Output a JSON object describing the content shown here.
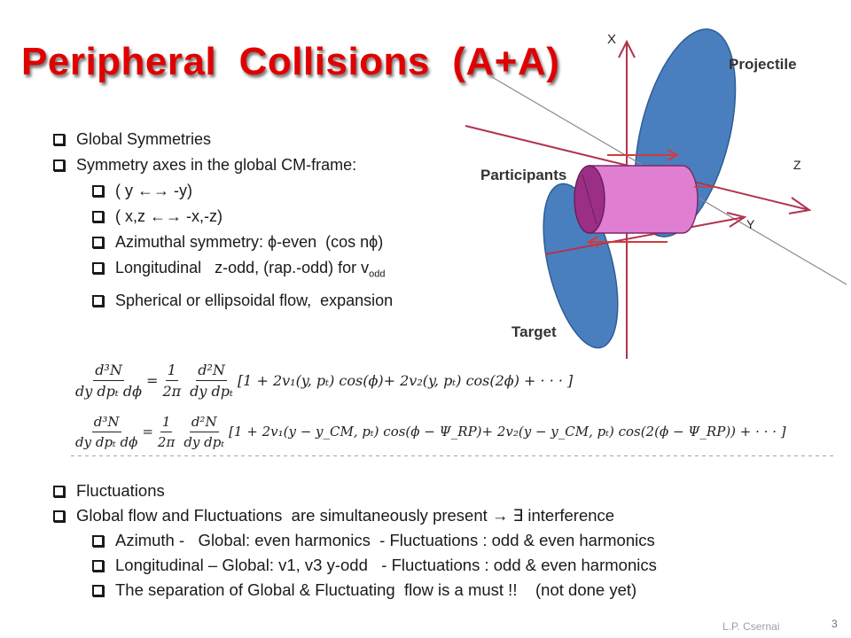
{
  "slide": {
    "title": "Peripheral  Collisions  (A+A)",
    "upper_bullets": [
      {
        "level": 1,
        "text": "Global Symmetries"
      },
      {
        "level": 1,
        "text": "Symmetry axes in the global CM-frame:"
      },
      {
        "level": 2,
        "text": "( y ←→ -y)"
      },
      {
        "level": 2,
        "text": "( x,z ←→ -x,-z)"
      },
      {
        "level": 2,
        "text": "Azimuthal symmetry: ϕ-even  (cos nϕ)"
      },
      {
        "level": 2,
        "text": "Longitudinal   z-odd, (rap.-odd) for v",
        "sub": "odd"
      },
      {
        "level": 2,
        "text": "Spherical or ellipsoidal flow,  expansion"
      }
    ],
    "lower_bullets": [
      {
        "level": 1,
        "text": "Fluctuations"
      },
      {
        "level": 1,
        "text": "Global flow and Fluctuations  are simultaneously present → ∃ interference"
      },
      {
        "level": 2,
        "text": "Azimuth -   Global: even harmonics  - Fluctuations : odd & even harmonics"
      },
      {
        "level": 2,
        "text": "Longitudinal – Global: v1, v3 y-odd   - Fluctuations : odd & even harmonics"
      },
      {
        "level": 2,
        "text": "The separation of Global & Fluctuating  flow is a must !!    (not done yet)"
      }
    ],
    "equations": {
      "eq1": {
        "lhs_num": "d³N",
        "lhs_den": "dy dpₜ dϕ",
        "eq": "=",
        "c_num": "1",
        "c_den": "2π",
        "r_num": "d²N",
        "r_den": "dy dpₜ",
        "rest": "[1 + 2v₁(y, pₜ) cos(ϕ)+  2v₂(y, pₜ) cos(2ϕ) + · · · ]"
      },
      "eq2": {
        "lhs_num": "d³N",
        "lhs_den": "dy dpₜ dϕ",
        "eq": "=",
        "c_num": "1",
        "c_den": "2π",
        "r_num": "d²N",
        "r_den": "dy dpₜ",
        "rest": "[1 + 2v₁(y − y_CM, pₜ) cos(ϕ − Ψ_RP)+  2v₂(y − y_CM, pₜ) cos(2(ϕ − Ψ_RP)) + · · · ]"
      }
    },
    "diagram": {
      "axis_x": "X",
      "axis_z": "Z",
      "axis_y": "Y",
      "label_projectile": "Projectile",
      "label_participants": "Participants",
      "label_target": "Target"
    },
    "footer": "L.P. Csernai",
    "page_number": "3",
    "colors": {
      "title": "#e00000",
      "axes": "#b2334f",
      "nucleus": "#4a7fbf",
      "participants": "#d860c0"
    }
  }
}
